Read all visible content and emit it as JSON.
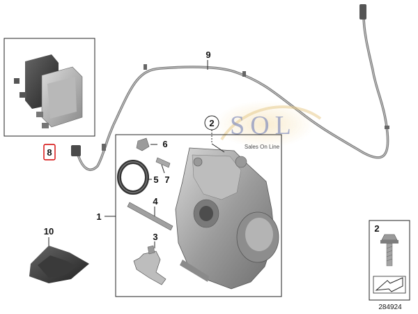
{
  "labels": {
    "l1": "1",
    "l2": "2",
    "l3": "3",
    "l4": "4",
    "l5": "5",
    "l6": "6",
    "l7": "7",
    "l8": "8",
    "l9": "9",
    "l10": "10"
  },
  "legend": {
    "part_number": "2"
  },
  "watermark": {
    "brand": "SOL",
    "tagline": "Sales On Line"
  },
  "diagram_ref": "284924",
  "colors": {
    "highlight": "#d40000",
    "part_gray": "#9a9a9a",
    "wire": "#7a7a7a"
  }
}
